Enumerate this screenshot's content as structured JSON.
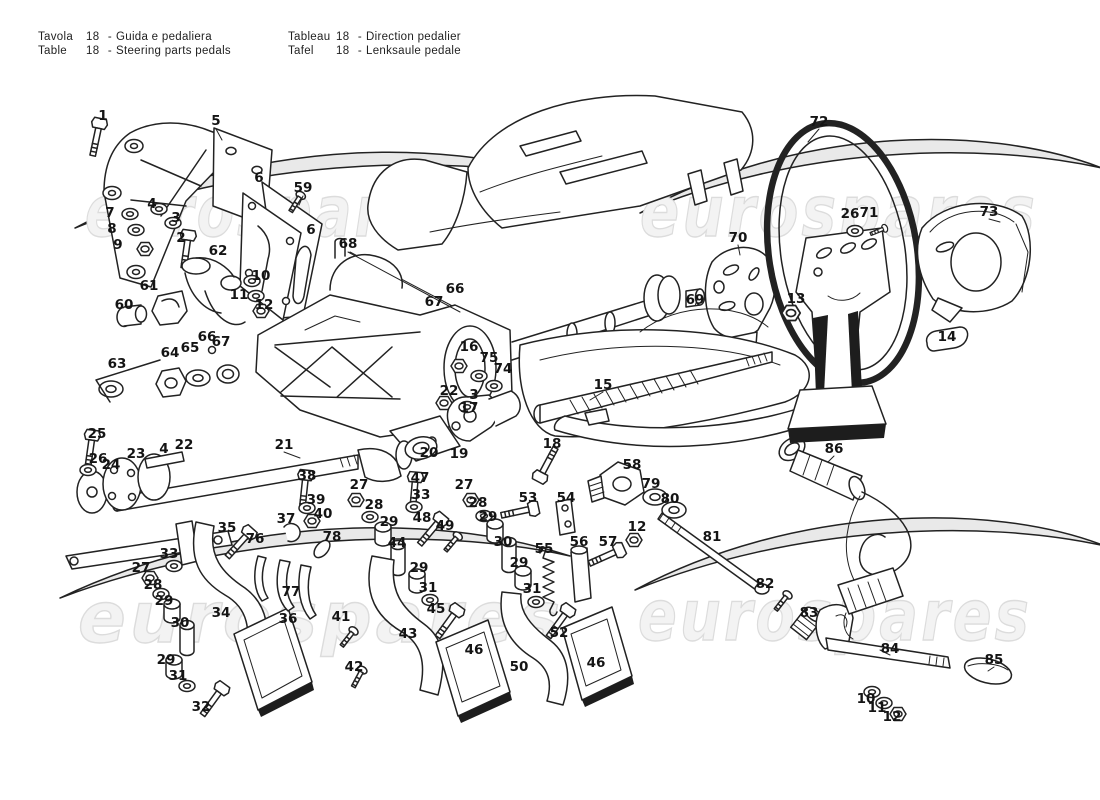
{
  "header": {
    "sep": "-",
    "left_rows": [
      {
        "lang": "Tavola",
        "num": "18",
        "desc": "Guida e pedaliera"
      },
      {
        "lang": "Table",
        "num": "18",
        "desc": "Steering parts pedals"
      }
    ],
    "right_rows": [
      {
        "lang": "Tableau",
        "num": "18",
        "desc": "Direction pedalier"
      },
      {
        "lang": "Tafel",
        "num": "18",
        "desc": "Lenksaule pedale"
      }
    ]
  },
  "watermark": {
    "text": "eurospares"
  },
  "diagram": {
    "title": "Exploded view of steering column, steering wheel and pedal assembly",
    "part_labels": [
      [
        "1",
        103,
        120
      ],
      [
        "5",
        216,
        125
      ],
      [
        "6",
        259,
        182
      ],
      [
        "59",
        303,
        192
      ],
      [
        "6",
        311,
        234
      ],
      [
        "7",
        110,
        217
      ],
      [
        "4",
        152,
        208
      ],
      [
        "3",
        176,
        222
      ],
      [
        "8",
        112,
        233
      ],
      [
        "9",
        118,
        249
      ],
      [
        "2",
        181,
        242
      ],
      [
        "62",
        218,
        255
      ],
      [
        "10",
        261,
        280
      ],
      [
        "11",
        239,
        299
      ],
      [
        "12",
        264,
        309
      ],
      [
        "61",
        149,
        290
      ],
      [
        "60",
        124,
        309
      ],
      [
        "68",
        348,
        248
      ],
      [
        "66",
        455,
        293
      ],
      [
        "67",
        434,
        306
      ],
      [
        "66",
        207,
        341
      ],
      [
        "67",
        221,
        346
      ],
      [
        "65",
        190,
        352
      ],
      [
        "64",
        170,
        357
      ],
      [
        "63",
        117,
        368
      ],
      [
        "16",
        469,
        351
      ],
      [
        "75",
        489,
        362
      ],
      [
        "74",
        503,
        373
      ],
      [
        "22",
        449,
        395
      ],
      [
        "3",
        474,
        399
      ],
      [
        "17",
        469,
        412
      ],
      [
        "15",
        603,
        389
      ],
      [
        "18",
        552,
        448
      ],
      [
        "20",
        429,
        457
      ],
      [
        "19",
        459,
        458
      ],
      [
        "21",
        284,
        449
      ],
      [
        "25",
        97,
        438
      ],
      [
        "26",
        98,
        463
      ],
      [
        "24",
        111,
        469
      ],
      [
        "23",
        136,
        458
      ],
      [
        "4",
        164,
        453
      ],
      [
        "22",
        184,
        449
      ],
      [
        "38",
        307,
        480
      ],
      [
        "39",
        316,
        504
      ],
      [
        "40",
        323,
        518
      ],
      [
        "37",
        286,
        523
      ],
      [
        "35",
        227,
        532
      ],
      [
        "76",
        255,
        543
      ],
      [
        "78",
        332,
        541
      ],
      [
        "33",
        169,
        558
      ],
      [
        "27",
        141,
        572
      ],
      [
        "28",
        153,
        589
      ],
      [
        "29",
        164,
        605
      ],
      [
        "30",
        180,
        627
      ],
      [
        "29",
        166,
        664
      ],
      [
        "31",
        178,
        680
      ],
      [
        "32",
        201,
        711
      ],
      [
        "34",
        221,
        617
      ],
      [
        "36",
        288,
        623
      ],
      [
        "77",
        291,
        596
      ],
      [
        "41",
        341,
        621
      ],
      [
        "42",
        354,
        671
      ],
      [
        "43",
        408,
        638
      ],
      [
        "44",
        397,
        547
      ],
      [
        "45",
        436,
        613
      ],
      [
        "27",
        359,
        489
      ],
      [
        "28",
        374,
        509
      ],
      [
        "29",
        389,
        526
      ],
      [
        "29",
        419,
        572
      ],
      [
        "31",
        428,
        592
      ],
      [
        "47",
        420,
        482
      ],
      [
        "33",
        421,
        499
      ],
      [
        "48",
        422,
        522
      ],
      [
        "49",
        445,
        530
      ],
      [
        "27",
        464,
        489
      ],
      [
        "28",
        478,
        507
      ],
      [
        "29",
        488,
        521
      ],
      [
        "30",
        503,
        546
      ],
      [
        "29",
        519,
        567
      ],
      [
        "31",
        532,
        593
      ],
      [
        "52",
        559,
        637
      ],
      [
        "53",
        528,
        502
      ],
      [
        "54",
        566,
        502
      ],
      [
        "55",
        544,
        553
      ],
      [
        "56",
        579,
        546
      ],
      [
        "57",
        608,
        546
      ],
      [
        "12",
        637,
        531
      ],
      [
        "58",
        632,
        469
      ],
      [
        "79",
        651,
        488
      ],
      [
        "80",
        670,
        503
      ],
      [
        "81",
        712,
        541
      ],
      [
        "82",
        765,
        588
      ],
      [
        "83",
        809,
        617
      ],
      [
        "84",
        890,
        653
      ],
      [
        "85",
        994,
        664
      ],
      [
        "10",
        866,
        703
      ],
      [
        "11",
        877,
        712
      ],
      [
        "12",
        892,
        721
      ],
      [
        "86",
        834,
        453
      ],
      [
        "72",
        819,
        126
      ],
      [
        "26",
        850,
        218
      ],
      [
        "71",
        869,
        217
      ],
      [
        "73",
        989,
        216
      ],
      [
        "13",
        796,
        303
      ],
      [
        "14",
        947,
        341
      ],
      [
        "70",
        738,
        242
      ],
      [
        "69",
        695,
        304
      ],
      [
        "46",
        474,
        654
      ],
      [
        "50",
        519,
        671
      ],
      [
        "46",
        596,
        667
      ]
    ]
  }
}
